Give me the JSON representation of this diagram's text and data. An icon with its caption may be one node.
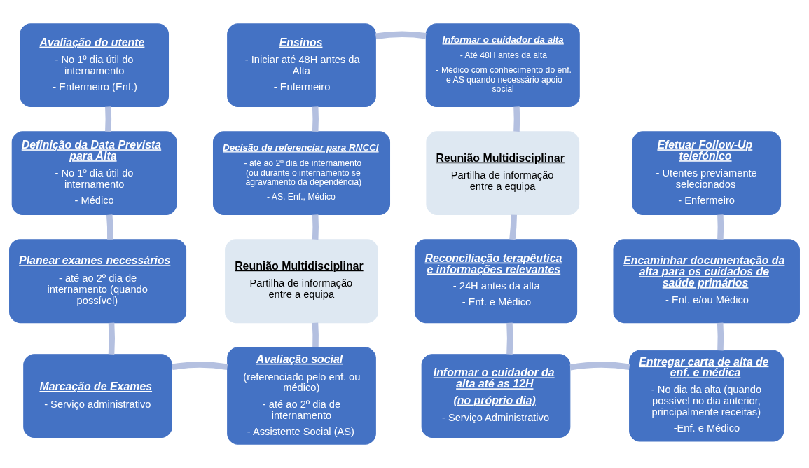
{
  "diagram": {
    "nodes": [
      {
        "text": [
          "Avaliação do utente",
          "- No 1º dia útil do internamento",
          "- Enfermeiro (Enf.)"
        ]
      },
      {
        "text": [
          "Definição da Data Prevista para Alta",
          "- No 1º dia útil do internamento",
          "- Médico"
        ]
      },
      {
        "text": [
          "Planear exames necessários",
          "- até ao 2º dia de internamento (quando possível)"
        ]
      },
      {
        "text": [
          "Marcação de Exames",
          "- Serviço administrativo"
        ]
      },
      {
        "text": [
          "Avaliação social",
          "(referenciado pelo enf. ou médico)",
          "- até ao 2º dia de internamento",
          "- Assistente Social (AS)"
        ]
      },
      {
        "text": [
          "Reunião Multidisciplinar",
          "Partilha de informação entre a equipa"
        ]
      },
      {
        "text": [
          "Decisão de referenciar para RNCCI",
          "- até ao 2º dia de internamento (ou durante o internamento se agravamento da dependência)",
          "- AS, Enf., Médico"
        ]
      },
      {
        "text": [
          "Ensinos",
          "- Iniciar até 48H antes da Alta",
          "- Enfermeiro"
        ]
      },
      {
        "text": [
          "Informar o cuidador da alta",
          "- Até 48H antes da alta",
          "- Médico com conhecimento do enf. e AS quando necessário apoio social"
        ]
      },
      {
        "text": [
          "Reunião Multidisciplinar",
          "Partilha de informação entre a equipa"
        ]
      },
      {
        "text": [
          "Reconciliação terapêutica e informações relevantes",
          "- 24H antes da alta",
          "- Enf. e Médico"
        ]
      },
      {
        "text": [
          "Informar o cuidador da alta até as 12H",
          "(no próprio dia)",
          "- Serviço Administrativo"
        ]
      },
      {
        "text": [
          "Entregar carta de alta de enf. e médica",
          "- No dia da alta (quando possível no dia anterior, principalmente receitas)",
          "-Enf. e Médico"
        ]
      },
      {
        "text": [
          "Encaminhar documentação da alta para os cuidados de saúde primários",
          "- Enf. e/ou Médico"
        ]
      },
      {
        "text": [
          "Efetuar Follow-Up telefónico",
          "- Utentes previamente selecionados",
          "- Enfermeiro"
        ]
      }
    ],
    "edges": [
      {
        "from": 0,
        "to": 1,
        "arrow": "none"
      },
      {
        "from": 1,
        "to": 2,
        "arrow": "none"
      },
      {
        "from": 2,
        "to": 3,
        "arrow": "none"
      },
      {
        "from": 3,
        "to": 4,
        "arrow": "none"
      },
      {
        "from": 4,
        "to": 5,
        "arrow": "none"
      },
      {
        "from": 5,
        "to": 6,
        "arrow": "none"
      },
      {
        "from": 6,
        "to": 7,
        "arrow": "none"
      },
      {
        "from": 7,
        "to": 8,
        "arrow": "none"
      },
      {
        "from": 8,
        "to": 9,
        "arrow": "none"
      },
      {
        "from": 9,
        "to": 10,
        "arrow": "none"
      },
      {
        "from": 10,
        "to": 11,
        "arrow": "none"
      },
      {
        "from": 11,
        "to": 12,
        "arrow": "none"
      },
      {
        "from": 12,
        "to": 13,
        "arrow": "none"
      },
      {
        "from": 13,
        "to": 14,
        "arrow": "none"
      }
    ]
  }
}
